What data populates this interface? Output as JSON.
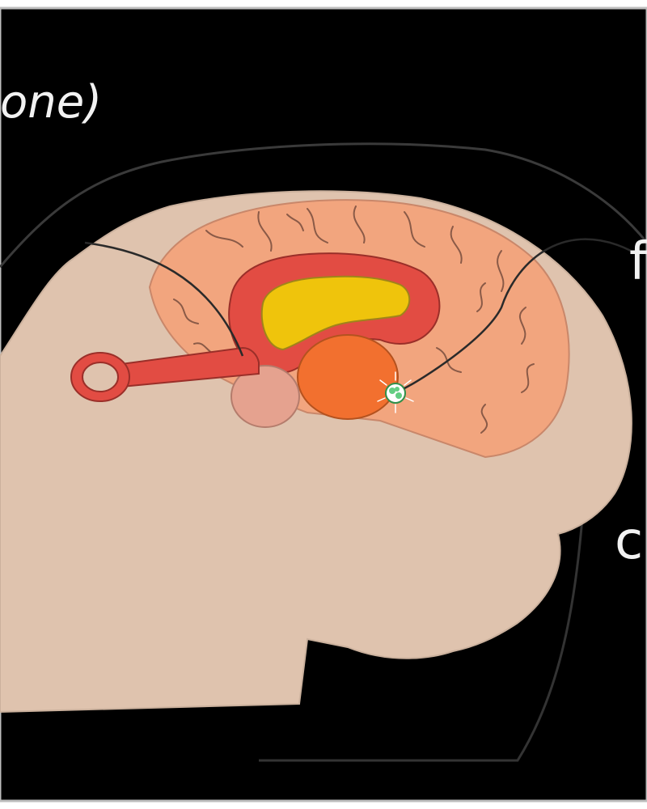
{
  "labels": {
    "top_left": "one)",
    "right_top": "f",
    "right_mid": "c"
  },
  "colors": {
    "background": "#000000",
    "frame_border": "#bdbdbd",
    "head": "#dfc3ae",
    "brain": "#f2a57e",
    "ventricle_red": "#e24c43",
    "ventricle_yellow": "#efc40c",
    "thalamus": "#f2702f",
    "pituitary": "#e5a28f",
    "gland_green": "#63cd82",
    "line_ink": "#2a2a2a",
    "label_text": "#f2f2f2"
  }
}
